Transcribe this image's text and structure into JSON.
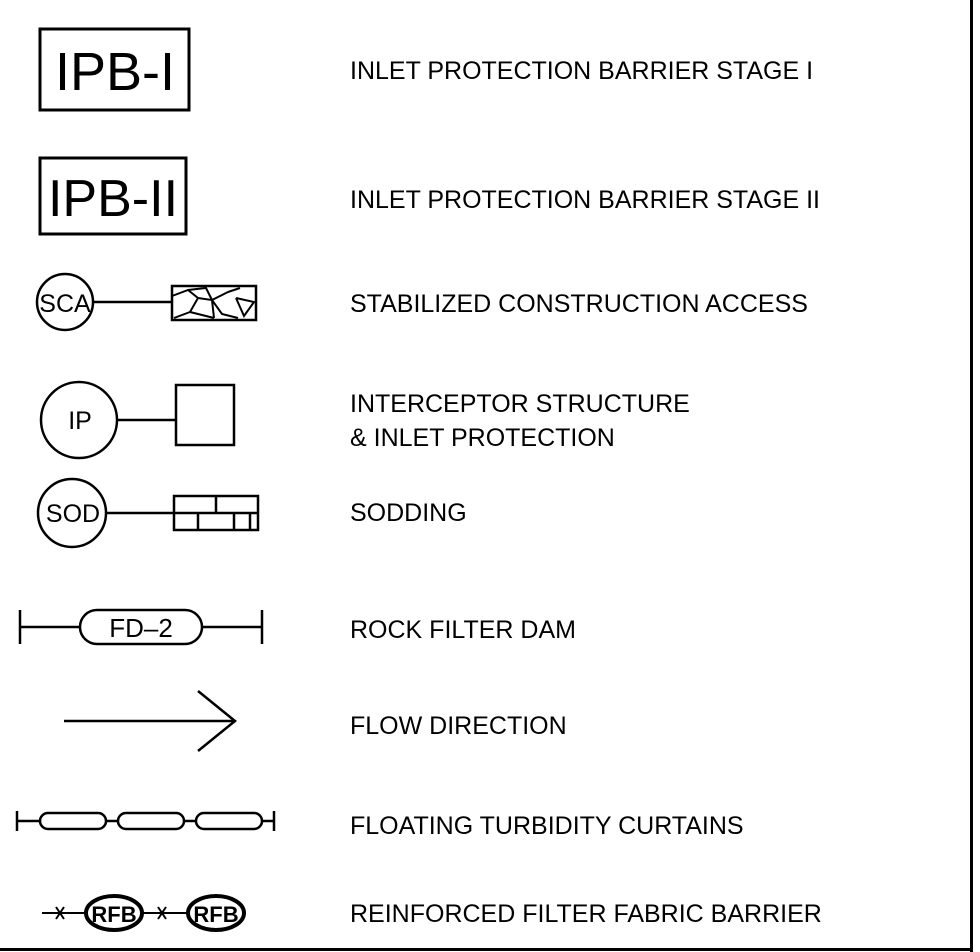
{
  "legend": {
    "items": [
      {
        "symbol": "IPB-I",
        "description": "INLET PROTECTION BARRIER STAGE I"
      },
      {
        "symbol": "IPB-II",
        "description": "INLET PROTECTION BARRIER STAGE II"
      },
      {
        "symbol": "SCA",
        "description": "STABILIZED CONSTRUCTION ACCESS"
      },
      {
        "symbol": "IP",
        "description_line1": "INTERCEPTOR STRUCTURE",
        "description_line2": "& INLET PROTECTION"
      },
      {
        "symbol": "SOD",
        "description": "SODDING"
      },
      {
        "symbol": "FD–2",
        "description": "ROCK FILTER DAM"
      },
      {
        "symbol": "",
        "description": "FLOW DIRECTION"
      },
      {
        "symbol": "",
        "description": "FLOATING TURBIDITY CURTAINS"
      },
      {
        "symbol": "RFB",
        "description": "REINFORCED FILTER FABRIC BARRIER"
      }
    ]
  },
  "colors": {
    "line": "#000000",
    "background": "#ffffff"
  }
}
